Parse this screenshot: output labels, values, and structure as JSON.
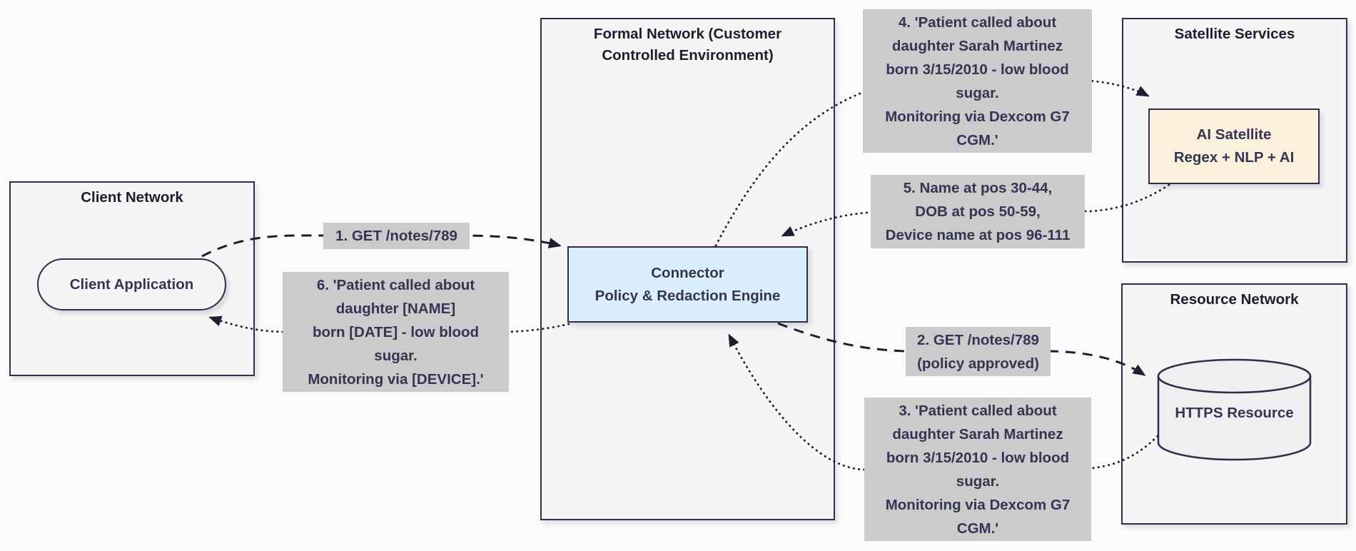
{
  "colors": {
    "background": "#fbfbfb",
    "group_fill": "#f5f5f6",
    "border": "#2e2e48",
    "text": "#343454",
    "connector_fill": "#d9edfa",
    "ai_satellite_fill": "#fbf0dc",
    "cylinder_fill": "#efeff1",
    "edge_label_fill": "#cbcbcb",
    "edge_stroke": "#1e1e30"
  },
  "groups": {
    "client_network": {
      "title": "Client Network"
    },
    "formal_network": {
      "title": "Formal Network (Customer\nControlled Environment)"
    },
    "satellite_services": {
      "title": "Satellite Services"
    },
    "resource_network": {
      "title": "Resource Network"
    }
  },
  "nodes": {
    "client_application": {
      "label": "Client Application"
    },
    "connector": {
      "label": "Connector\nPolicy & Redaction Engine"
    },
    "ai_satellite": {
      "label": "AI Satellite\nRegex + NLP + AI"
    },
    "https_resource": {
      "label": "HTTPS Resource"
    }
  },
  "edges": {
    "e1": {
      "style": "dashed",
      "from": "client_application",
      "to": "connector",
      "label": "1. GET /notes/789"
    },
    "e2": {
      "style": "dashed",
      "from": "connector",
      "to": "https_resource",
      "label": "2. GET /notes/789\n(policy approved)"
    },
    "e3": {
      "style": "dotted",
      "from": "https_resource",
      "to": "connector",
      "label": "3. 'Patient called about\ndaughter Sarah Martinez\nborn 3/15/2010 - low blood\nsugar.\nMonitoring via Dexcom G7\nCGM.'"
    },
    "e4": {
      "style": "dotted",
      "from": "connector",
      "to": "ai_satellite",
      "label": "4. 'Patient called about\ndaughter Sarah Martinez\nborn 3/15/2010 - low blood\nsugar.\nMonitoring via Dexcom G7\nCGM.'"
    },
    "e5": {
      "style": "dotted",
      "from": "ai_satellite",
      "to": "connector",
      "label": "5. Name at pos 30-44,\nDOB at pos 50-59,\nDevice name at pos 96-111"
    },
    "e6": {
      "style": "dotted",
      "from": "connector",
      "to": "client_application",
      "label": "6. 'Patient called about\ndaughter [NAME]\nborn [DATE] - low blood\nsugar.\nMonitoring via [DEVICE].'"
    }
  }
}
